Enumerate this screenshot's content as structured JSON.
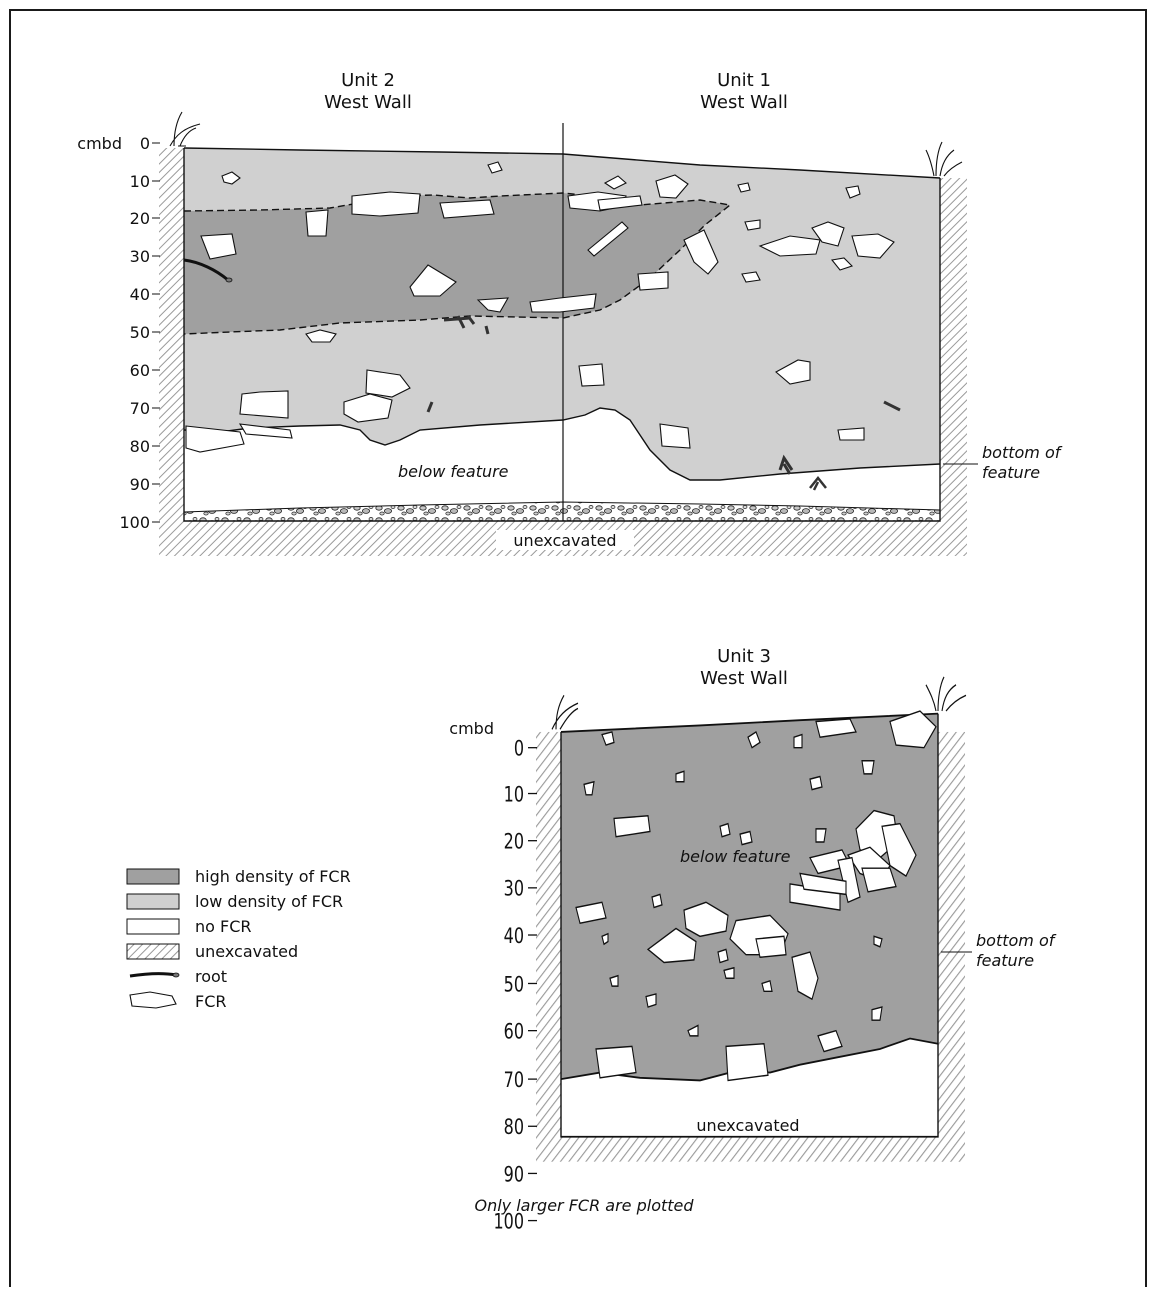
{
  "units": {
    "unit2_title": "Unit 2",
    "unit2_sub": "West Wall",
    "unit1_title": "Unit 1",
    "unit1_sub": "West Wall",
    "unit3_title": "Unit 3",
    "unit3_sub": "West Wall"
  },
  "axis": {
    "unit_label": "cmbd",
    "ticks": [
      "0",
      "10",
      "20",
      "30",
      "40",
      "50",
      "60",
      "70",
      "80",
      "90",
      "100"
    ]
  },
  "labels": {
    "below_feature": "below feature",
    "unexcavated": "unexcavated",
    "bottom_of_feature_1": "bottom of",
    "bottom_of_feature_2": "feature"
  },
  "legend": [
    {
      "key": "high",
      "label": "high density of FCR",
      "color": "#a0a0a0"
    },
    {
      "key": "low",
      "label": "low density of FCR",
      "color": "#d0d0d0"
    },
    {
      "key": "none",
      "label": "no FCR",
      "color": "#ffffff"
    },
    {
      "key": "unexcavated",
      "label": "unexcavated",
      "color": "hatch"
    },
    {
      "key": "root",
      "label": "root",
      "color": "#777777"
    },
    {
      "key": "fcr",
      "label": "FCR",
      "color": "#ffffff"
    }
  ],
  "footnote": "Only larger FCR are plotted",
  "colors": {
    "high_density": "#a0a0a0",
    "low_density": "#d0d0d0",
    "line": "#111111"
  }
}
